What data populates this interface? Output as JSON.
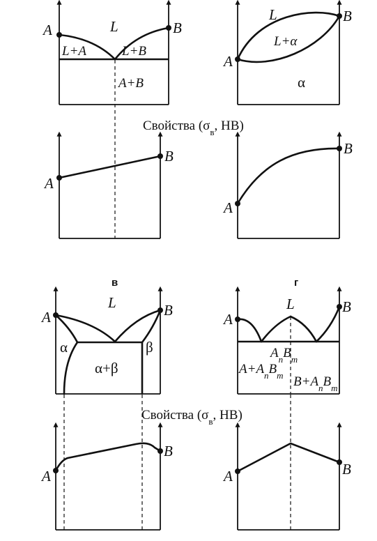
{
  "captions": {
    "properties_top": "Свойства (σв, НВ)",
    "properties_bottom": "Свойства (σв, НВ)"
  },
  "panel_letters": {
    "c": "в",
    "d": "г"
  },
  "labels": {
    "A": "A",
    "B": "B",
    "L": "L",
    "L_plus_A": "L+A",
    "L_plus_B": "L+B",
    "A_plus_B": "A+B",
    "L_plus_alpha": "L+α",
    "alpha": "α",
    "beta": "β",
    "alpha_plus_beta": "α+β",
    "compound": "AnBm",
    "A_plus_compound": "A+AnBm",
    "B_plus_compound": "B+AnBm"
  }
}
